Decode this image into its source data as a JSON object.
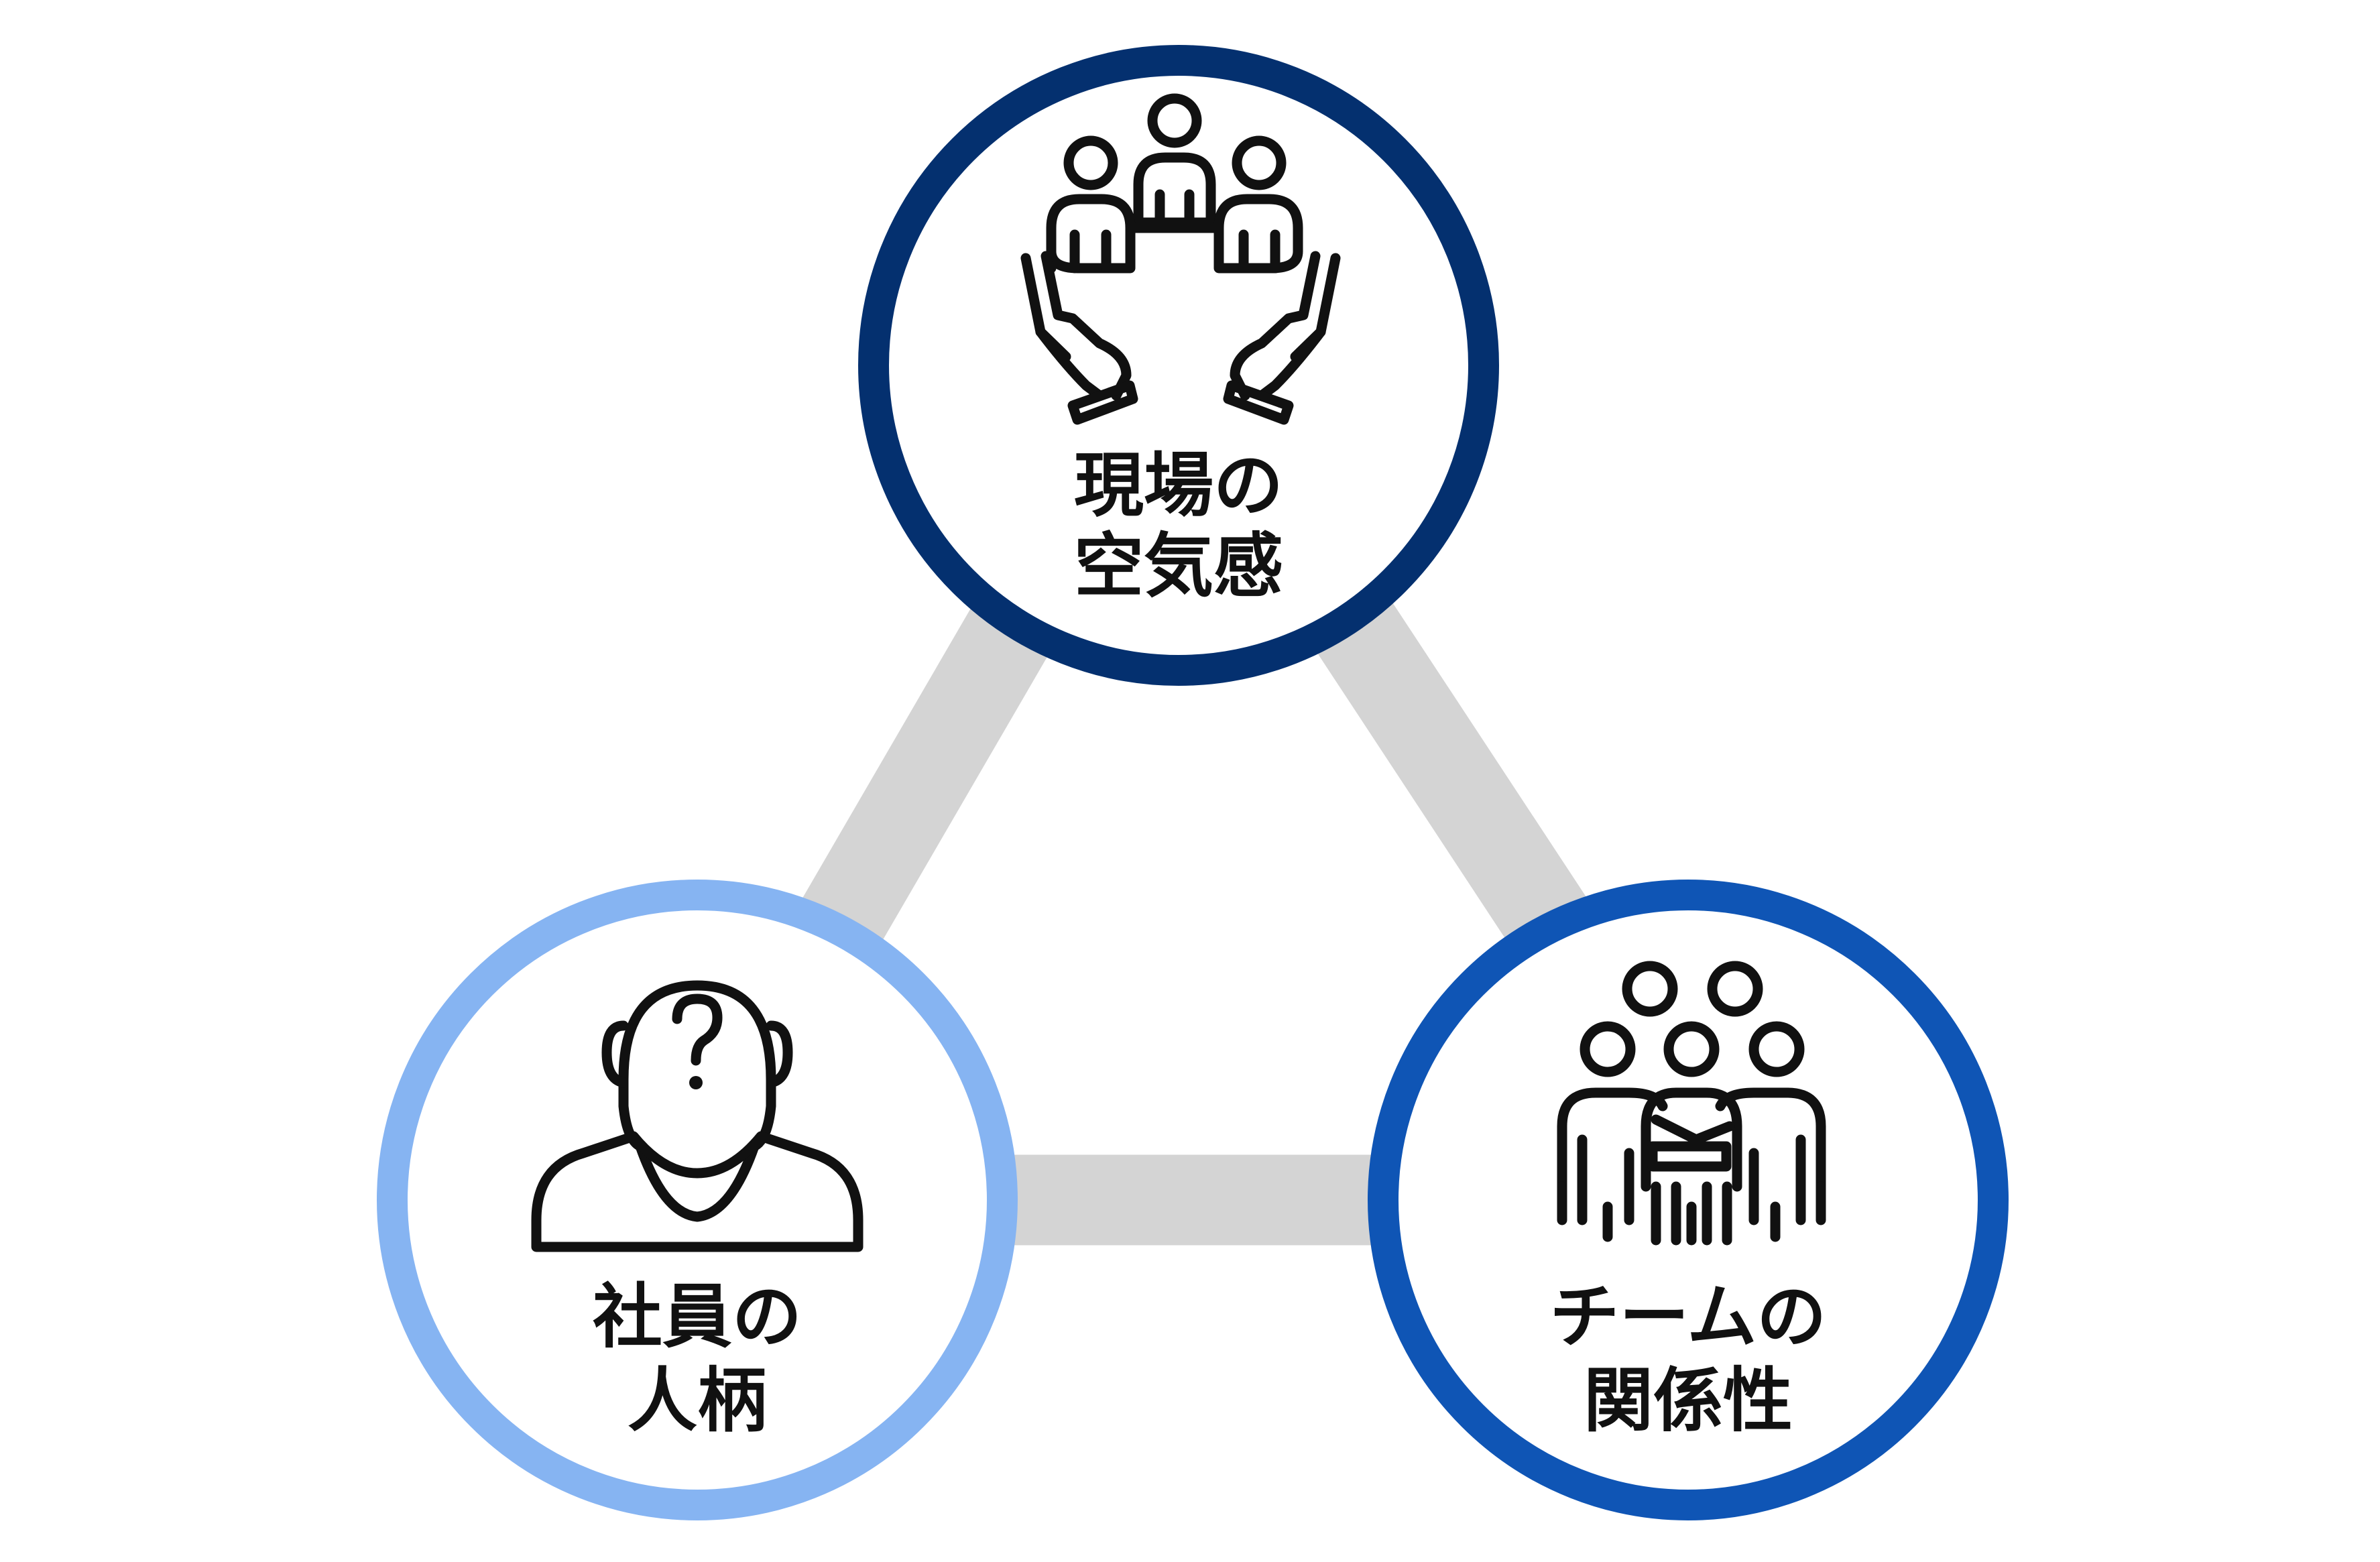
{
  "diagram": {
    "connector_color": "#d4d4d4",
    "nodes": [
      {
        "id": "top",
        "line1": "現場の",
        "line2": "空気感",
        "ring_color": "#04306f",
        "icon": "people-in-hands-icon"
      },
      {
        "id": "left",
        "line1": "社員の",
        "line2": "人柄",
        "ring_color": "#86b4f2",
        "icon": "person-question-icon"
      },
      {
        "id": "right",
        "line1": "チームの",
        "line2": "関係性",
        "ring_color": "#0f55b5",
        "icon": "team-group-icon"
      }
    ]
  }
}
